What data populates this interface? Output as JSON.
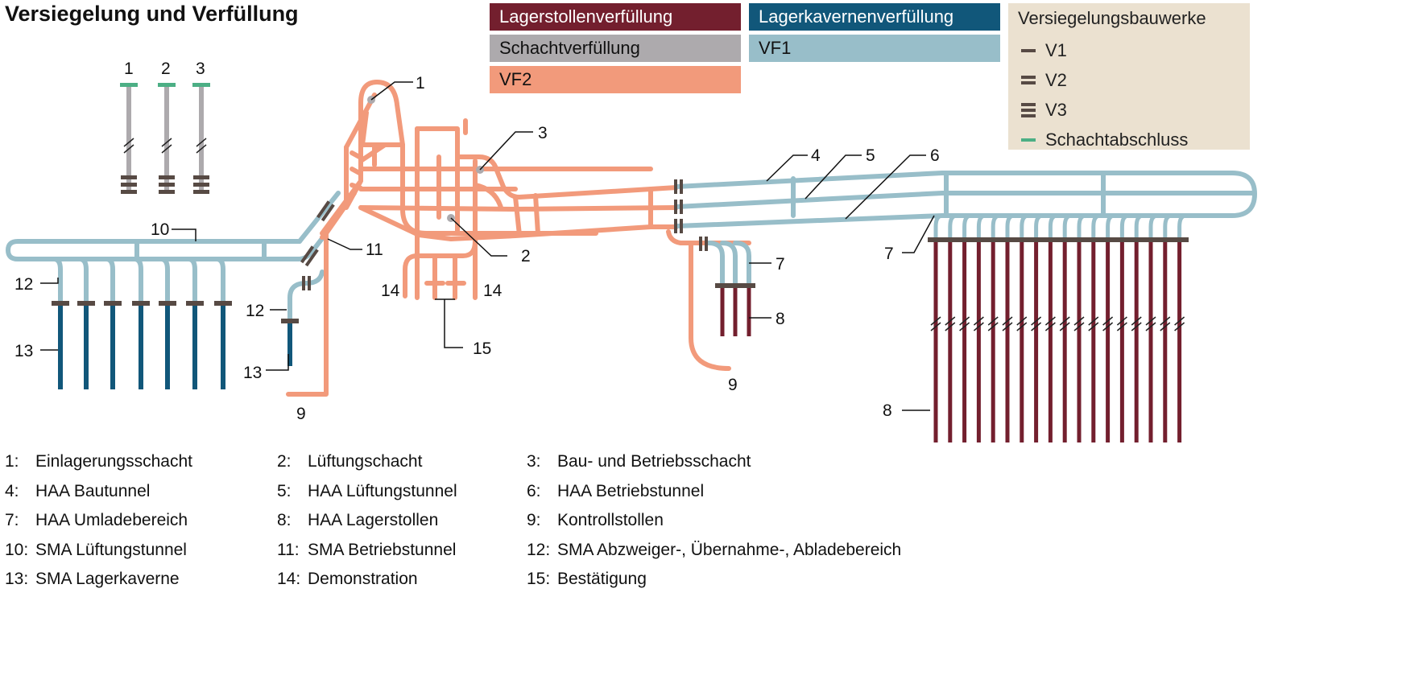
{
  "title": "Versiegelung und Verfüllung",
  "legend": {
    "fill": [
      {
        "label": "Lagerstollenverfüllung",
        "color": "#731f2e"
      },
      {
        "label": "Schachtverfüllung",
        "color": "#adaaad"
      },
      {
        "label": "VF2",
        "color": "#f29a7b"
      },
      {
        "label": "Lagerkavernenverfüllung",
        "color": "#11577a"
      },
      {
        "label": "VF1",
        "color": "#98bec9"
      }
    ],
    "seals": {
      "title": "Versiegelungsbauwerke",
      "items": [
        {
          "label": "V1"
        },
        {
          "label": "V2"
        },
        {
          "label": "V3"
        },
        {
          "label": "Schachtabschluss",
          "color": "#4caf85"
        }
      ]
    }
  },
  "diagram_labels": [
    "1",
    "2",
    "3",
    "1",
    "2",
    "3",
    "4",
    "5",
    "6",
    "7",
    "7",
    "8",
    "8",
    "9",
    "9",
    "10",
    "11",
    "12",
    "12",
    "13",
    "13",
    "14",
    "14",
    "15"
  ],
  "key": [
    {
      "n": "1:",
      "t": "Einlagerungsschacht"
    },
    {
      "n": "2:",
      "t": "Lüftungschacht"
    },
    {
      "n": "3:",
      "t": "Bau- und Betriebsschacht"
    },
    {
      "n": "4:",
      "t": "HAA Bautunnel"
    },
    {
      "n": "5:",
      "t": "HAA Lüftungstunnel"
    },
    {
      "n": "6:",
      "t": "HAA Betriebstunnel"
    },
    {
      "n": "7:",
      "t": "HAA Umladebereich"
    },
    {
      "n": "8:",
      "t": "HAA Lagerstollen"
    },
    {
      "n": "9:",
      "t": "Kontrollstollen"
    },
    {
      "n": "10:",
      "t": "SMA Lüftungstunnel"
    },
    {
      "n": "11:",
      "t": "SMA Betriebstunnel"
    },
    {
      "n": "12:",
      "t": "SMA Abzweiger-, Übernahme-, Abladebereich"
    },
    {
      "n": "13:",
      "t": "SMA Lagerkaverne"
    },
    {
      "n": "14:",
      "t": "Demonstration"
    },
    {
      "n": "15:",
      "t": "Bestätigung"
    }
  ]
}
